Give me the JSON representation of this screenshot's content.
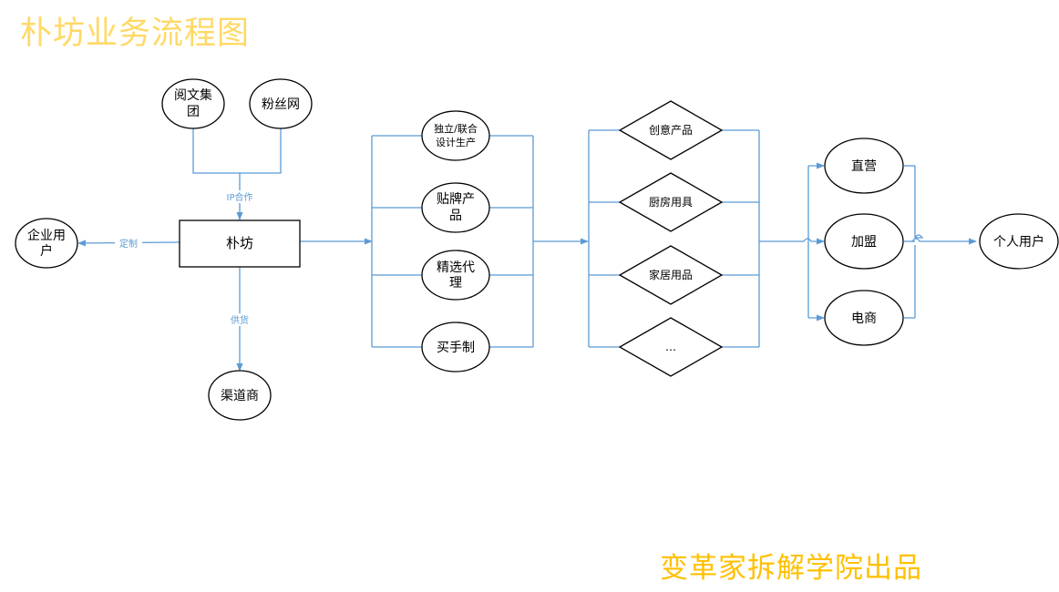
{
  "title": "朴坊业务流程图",
  "footer": "变革家拆解学院出品",
  "colors": {
    "connector": "#5B9BD5",
    "title": "#FFD966",
    "footer": "#FFC000"
  },
  "nodes": {
    "yuewen": [
      "阅文集",
      "团"
    ],
    "fensi": [
      "粉丝网"
    ],
    "pufang": [
      "朴坊"
    ],
    "qiye": [
      "企业用",
      "户"
    ],
    "qudao": [
      "渠道商"
    ],
    "duli": [
      "独立/联合",
      "设计生产"
    ],
    "tiepai": [
      "贴牌产",
      "品"
    ],
    "jingxuan": [
      "精选代",
      "理"
    ],
    "maishou": [
      "买手制"
    ],
    "chuangyi": [
      "创意产品"
    ],
    "chufang": [
      "厨房用具"
    ],
    "jiaju": [
      "家居用品"
    ],
    "more": [
      "…"
    ],
    "zhiying": [
      "直营"
    ],
    "jiameng": [
      "加盟"
    ],
    "dianshang": [
      "电商"
    ],
    "geren": [
      "个人用户"
    ]
  },
  "edges": {
    "ip": "IP合作",
    "dingzhi": "定制",
    "gonghuo": "供货"
  }
}
